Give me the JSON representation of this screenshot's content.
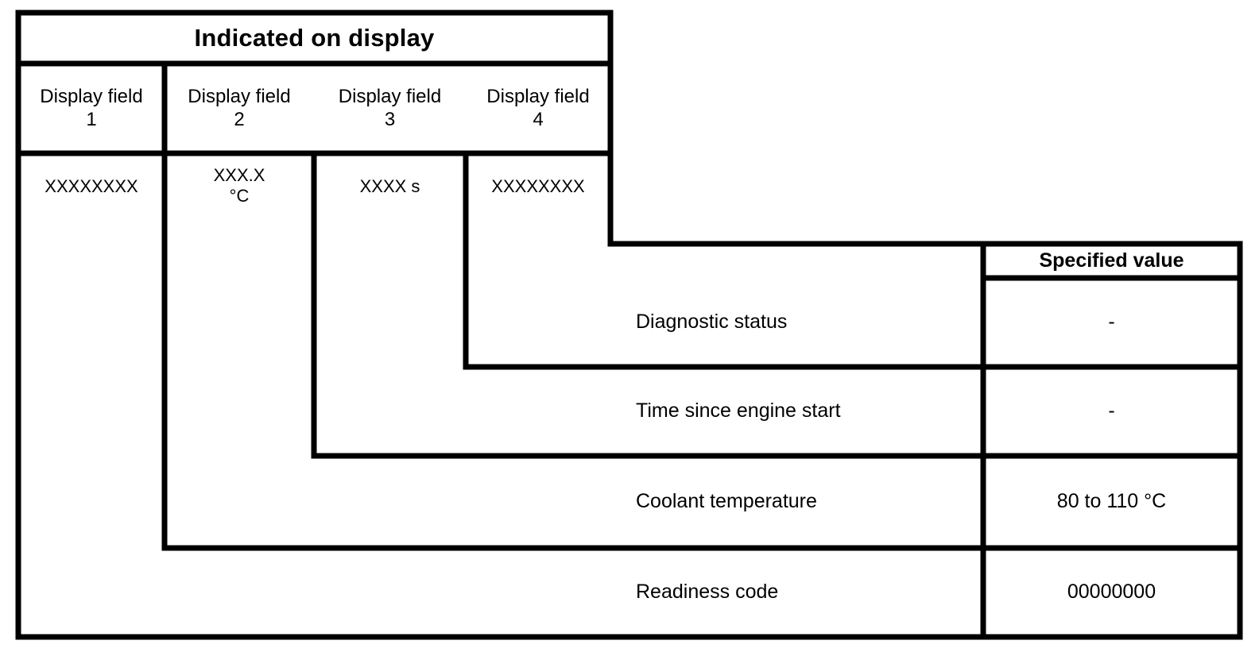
{
  "diagram": {
    "type": "stepped-table",
    "title": "Indicated on display",
    "display_fields": {
      "headers": [
        "Display field\n1",
        "Display field\n2",
        "Display field\n3",
        "Display field\n4"
      ],
      "values": [
        "XXXXXXXX",
        "XXX.X\n°C",
        "XXXX s",
        "XXXXXXXX"
      ]
    },
    "spec_table": {
      "header": "Specified value",
      "rows": [
        {
          "label": "Diagnostic status",
          "value": "-"
        },
        {
          "label": "Time since engine start",
          "value": "-"
        },
        {
          "label": "Coolant temperature",
          "value": "80 to 110 °C"
        },
        {
          "label": "Readiness code",
          "value": "00000000"
        }
      ]
    },
    "colors": {
      "line": "#000000",
      "text": "#000000",
      "background": "#ffffff"
    }
  }
}
